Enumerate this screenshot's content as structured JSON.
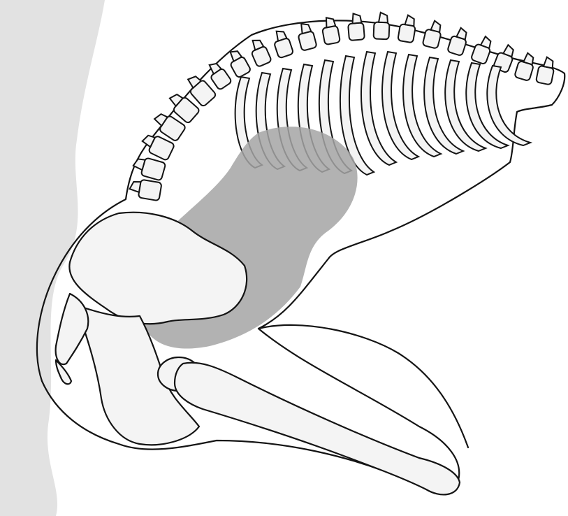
{
  "image": {
    "kind": "anatomical line drawing",
    "subject": "skeleton-of-torso-pelvis-and-femur",
    "has_visible_text": false
  },
  "colors": {
    "paper": "#ffffff",
    "side_wash": "#e2e2e2",
    "outline": "#141414",
    "bone_fill": "#f4f4f4",
    "body_fill": "#ececec",
    "organ_shadow": "#a5a5a5"
  },
  "structures": [
    "vertebral-column",
    "rib-cage",
    "pelvis",
    "femur",
    "organ-shadow"
  ]
}
